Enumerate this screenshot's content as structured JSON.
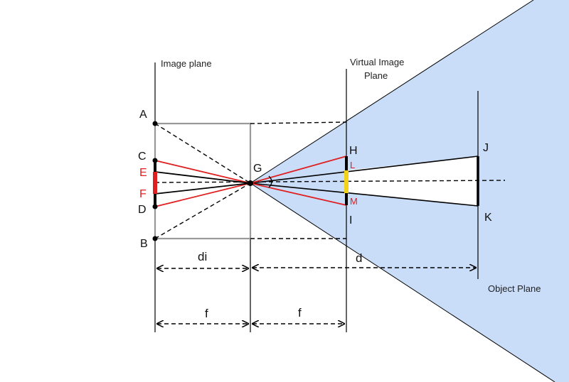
{
  "planes": {
    "image_plane": "Image plane",
    "virtual_line1": "Virtual Image",
    "virtual_line2": "Plane",
    "object_plane": "Object Plane"
  },
  "points": {
    "A": "A",
    "B": "B",
    "C": "C",
    "D": "D",
    "E": "E",
    "F": "F",
    "G": "G",
    "H": "H",
    "I": "I",
    "J": "J",
    "K": "K",
    "L": "L",
    "M": "M"
  },
  "dimensions": {
    "di": "di",
    "d": "d",
    "f_left": "f",
    "f_right": "f"
  },
  "colors": {
    "fov_fill": "#c9ddf8",
    "ray_red": "#e02020",
    "highlight_yellow": "#f2d21a",
    "frame_gray": "#999999",
    "line_black": "#000000"
  }
}
